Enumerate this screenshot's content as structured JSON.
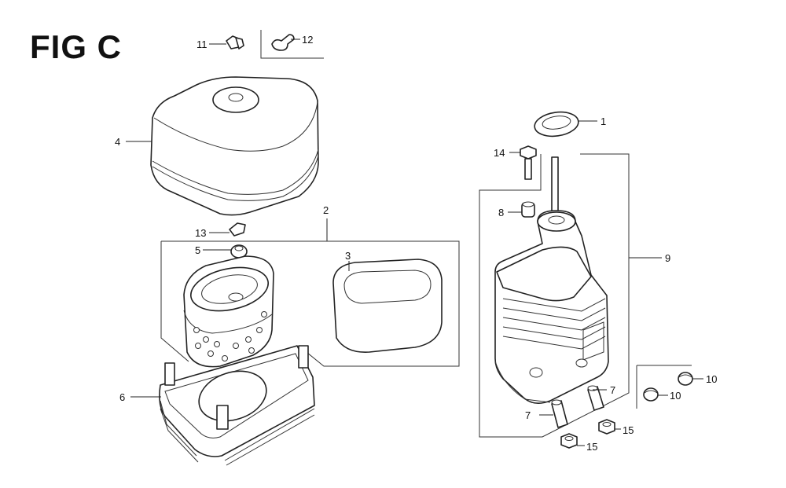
{
  "figure": {
    "title": "FIG C"
  },
  "callouts": {
    "c1": "1",
    "c2": "2",
    "c3": "3",
    "c4": "4",
    "c5": "5",
    "c6": "6",
    "c7a": "7",
    "c7b": "7",
    "c8": "8",
    "c9": "9",
    "c10a": "10",
    "c10b": "10",
    "c11": "11",
    "c12": "12",
    "c13": "13",
    "c14": "14",
    "c15a": "15",
    "c15b": "15"
  }
}
